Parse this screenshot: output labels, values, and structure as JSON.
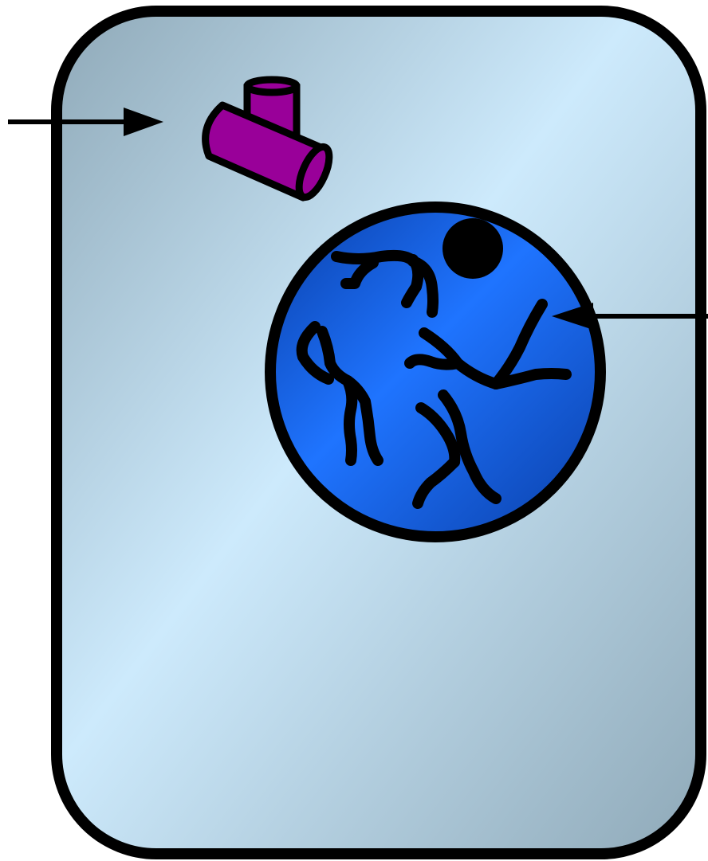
{
  "figure": {
    "type": "cell-diagram",
    "elements": [
      "cell",
      "organelle",
      "nucleus",
      "nucleolus",
      "chromatin",
      "left-arrow",
      "right-arrow"
    ]
  },
  "colors": {
    "background": "#ffffff",
    "outline": "#000000",
    "cytoplasm_light": "#cdeafc",
    "cytoplasm_dark": "#8fa9b8",
    "nucleus_light": "#1f74ff",
    "nucleus_dark": "#0a3fa8",
    "organelle": "#990099",
    "nucleolus": "#000000",
    "chromatin": "#000000"
  }
}
